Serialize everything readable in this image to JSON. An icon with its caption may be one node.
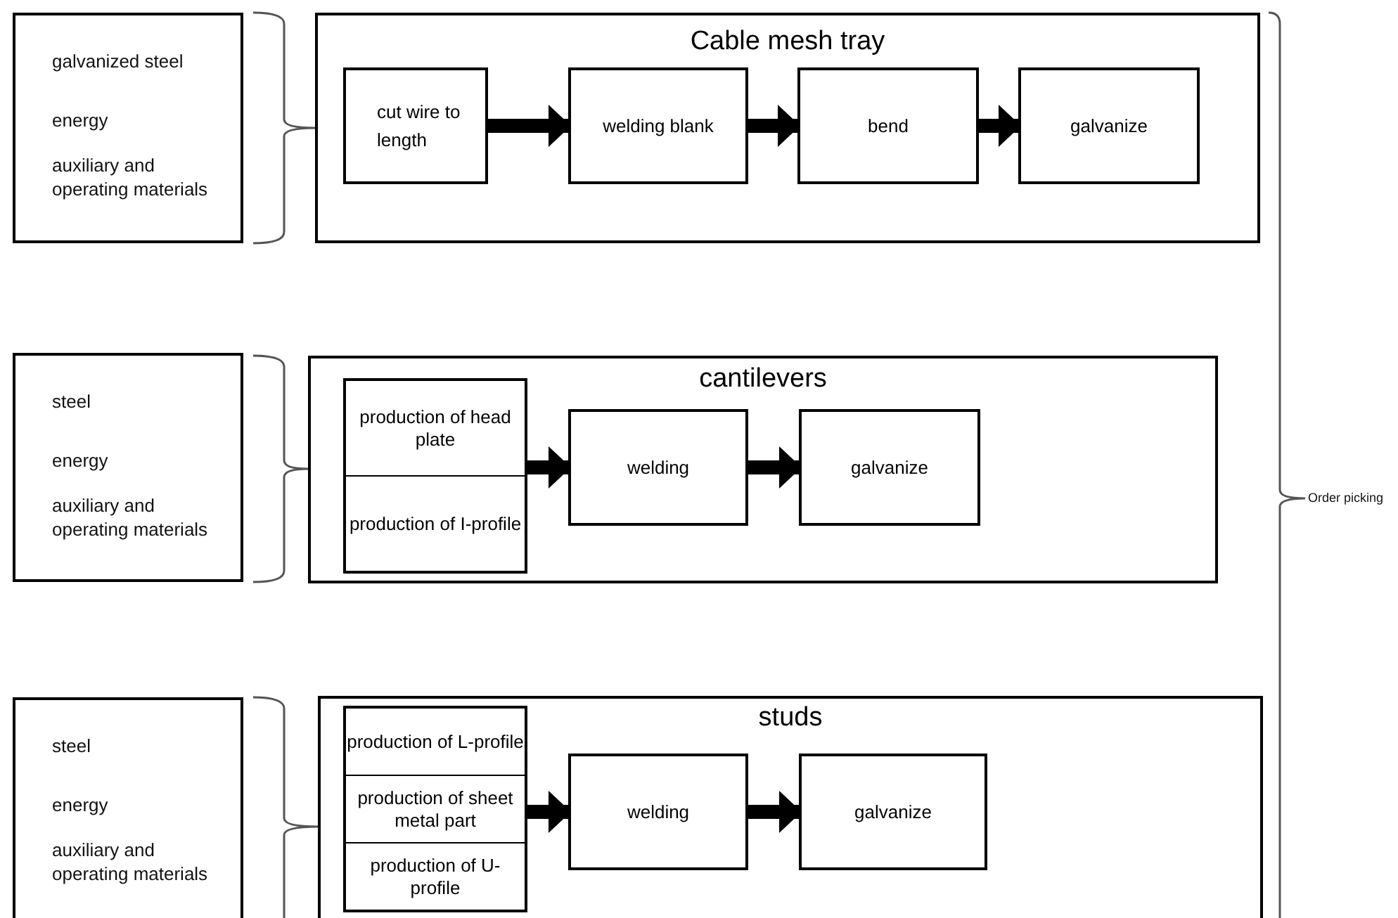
{
  "diagram": {
    "nodes": [
      {
        "text": [
          "galvanized steel",
          "energy",
          "auxiliary and operating materials"
        ]
      },
      {
        "text": [
          "Cable mesh tray"
        ]
      },
      {
        "text": [
          "cut wire to length"
        ],
        "in": 1
      },
      {
        "text": [
          "welding blank"
        ],
        "in": 1
      },
      {
        "text": [
          "bend"
        ],
        "in": 1
      },
      {
        "text": [
          "galvanize"
        ],
        "in": 1
      },
      {
        "text": [
          "steel",
          "energy",
          "auxiliary and operating materials"
        ]
      },
      {
        "text": [
          "cantilevers"
        ]
      },
      {
        "text": [
          "production of head plate",
          "production of I-profile"
        ],
        "in": 7
      },
      {
        "text": [
          "welding"
        ],
        "in": 7
      },
      {
        "text": [
          "galvanize"
        ],
        "in": 7
      },
      {
        "text": [
          "steel",
          "energy",
          "auxiliary and operating materials"
        ]
      },
      {
        "text": [
          "studs"
        ]
      },
      {
        "text": [
          "production of L-profile",
          "production of sheet metal part",
          "production of U-profile"
        ],
        "in": 12
      },
      {
        "text": [
          "welding"
        ],
        "in": 12
      },
      {
        "text": [
          "galvanize"
        ],
        "in": 12
      }
    ],
    "edges": [
      {
        "from": 2,
        "to": 3,
        "arrow": "to"
      },
      {
        "from": 3,
        "to": 4,
        "arrow": "to"
      },
      {
        "from": 4,
        "to": 5,
        "arrow": "to"
      },
      {
        "from": 8,
        "to": 9,
        "arrow": "to"
      },
      {
        "from": 9,
        "to": 10,
        "arrow": "to"
      },
      {
        "from": 13,
        "to": 14,
        "arrow": "to"
      },
      {
        "from": 14,
        "to": 15,
        "arrow": "to"
      }
    ],
    "labels": [
      "Order picking"
    ]
  }
}
